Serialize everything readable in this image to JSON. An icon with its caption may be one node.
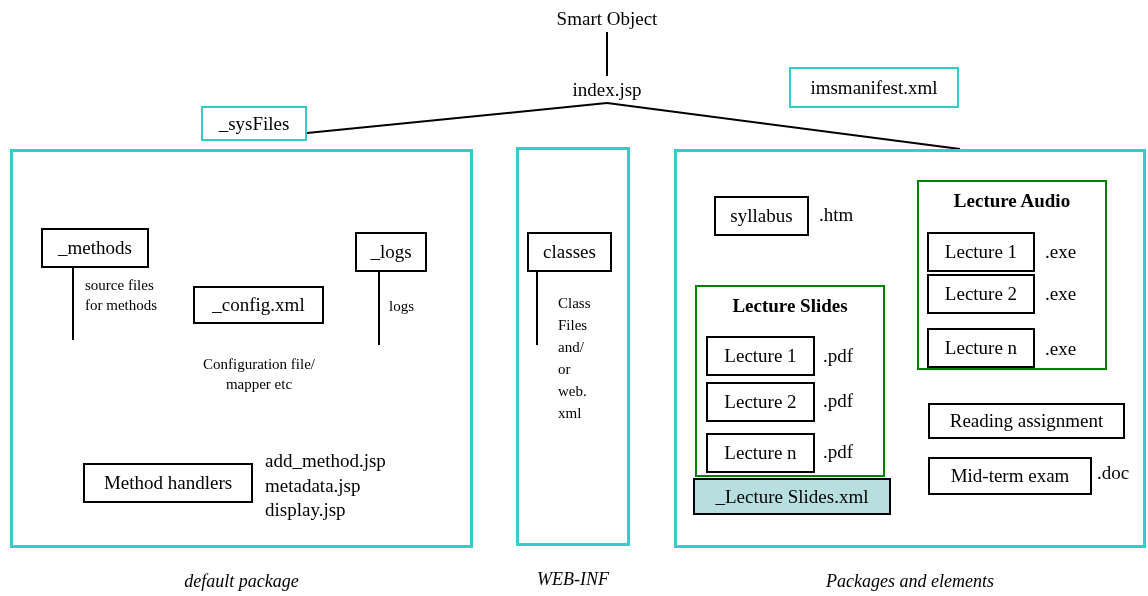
{
  "diagram": {
    "nodes": [
      {
        "text": [
          "Smart Object"
        ]
      },
      {
        "text": [
          "index.jsp"
        ]
      },
      {
        "text": [
          "_sysFiles"
        ]
      },
      {
        "text": [
          "imsmanifest.xml"
        ]
      },
      {
        "text": [
          "default package"
        ]
      },
      {
        "text": [
          "_methods"
        ],
        "in": 4,
        "beside": [
          "source files for methods"
        ]
      },
      {
        "text": [
          "_config.xml"
        ],
        "in": 4,
        "beside": [
          "Configuration file/ mapper etc"
        ]
      },
      {
        "text": [
          "_logs"
        ],
        "in": 4,
        "beside": [
          "logs"
        ]
      },
      {
        "text": [
          "Method handlers"
        ],
        "in": 4,
        "beside": [
          "add_method.jsp",
          "metadata.jsp",
          "display.jsp"
        ]
      },
      {
        "text": [
          "WEB-INF"
        ]
      },
      {
        "text": [
          "classes"
        ],
        "in": 9,
        "beside": [
          "Class Files and/ or web. xml"
        ]
      },
      {
        "text": [
          "Packages and elements"
        ]
      },
      {
        "text": [
          "syllabus"
        ],
        "in": 11,
        "beside": [
          ".htm"
        ]
      },
      {
        "text": [
          "Lecture Slides"
        ],
        "in": 11
      },
      {
        "text": [
          "Lecture 1"
        ],
        "in": 13,
        "beside": [
          ".pdf"
        ]
      },
      {
        "text": [
          "Lecture 2"
        ],
        "in": 13,
        "beside": [
          ".pdf"
        ]
      },
      {
        "text": [
          "Lecture n"
        ],
        "in": 13,
        "beside": [
          ".pdf"
        ]
      },
      {
        "text": [
          "_Lecture Slides.xml"
        ],
        "in": 11
      },
      {
        "text": [
          "Lecture Audio"
        ],
        "in": 11
      },
      {
        "text": [
          "Lecture 1"
        ],
        "in": 18,
        "beside": [
          ".exe"
        ]
      },
      {
        "text": [
          "Lecture 2"
        ],
        "in": 18,
        "beside": [
          ".exe"
        ]
      },
      {
        "text": [
          "Lecture n"
        ],
        "in": 18,
        "beside": [
          ".exe"
        ]
      },
      {
        "text": [
          "Reading assignment"
        ],
        "in": 11
      },
      {
        "text": [
          "Mid-term exam"
        ],
        "in": 11,
        "beside": [
          ".doc"
        ]
      }
    ],
    "edges": [
      {
        "from": 0,
        "to": 1,
        "arrow": "none"
      },
      {
        "from": 1,
        "to": 2,
        "arrow": "none"
      },
      {
        "from": 1,
        "to": 11,
        "arrow": "none"
      }
    ]
  }
}
